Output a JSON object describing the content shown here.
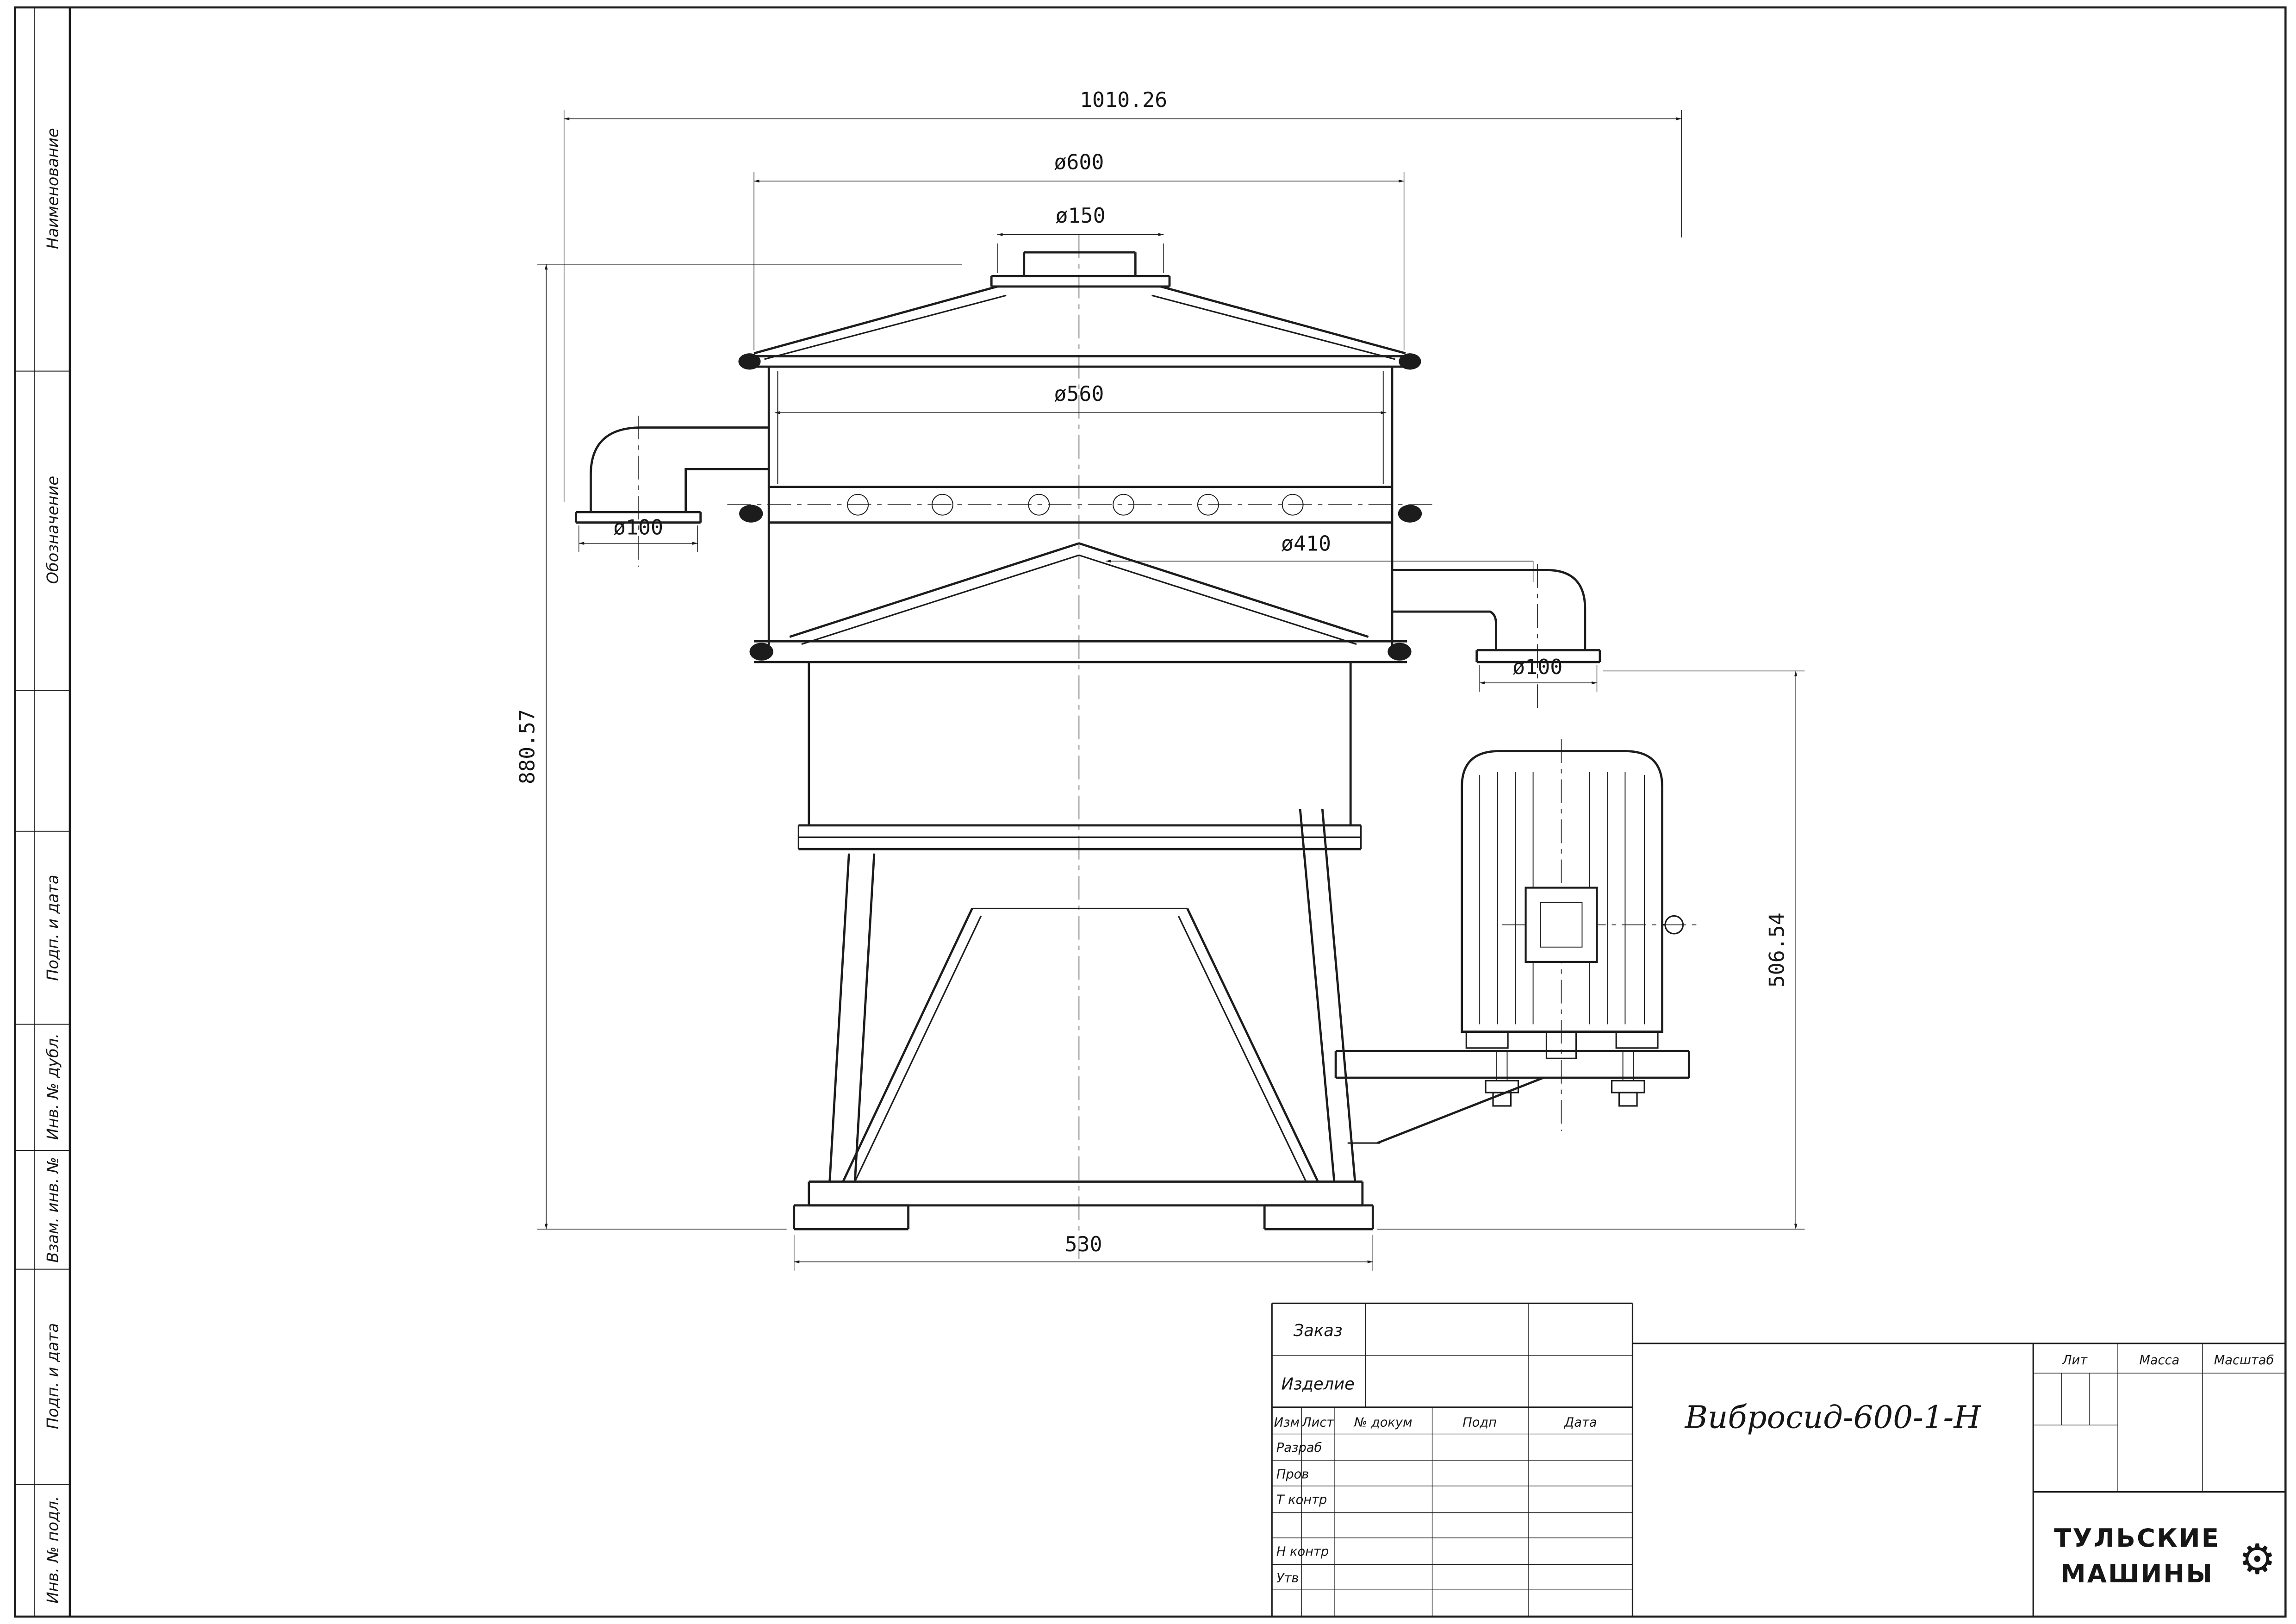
{
  "sheet": {
    "background": "#ffffff",
    "line_color": "#1c1c1c"
  },
  "sidebar": {
    "labels": [
      "Наименование",
      "Обозначение",
      "Подп. и дата",
      "Инв. № дубл.",
      "Взам. инв. №",
      "Подп. и дата",
      "Инв. № подл."
    ]
  },
  "dimensions": {
    "overall_width": "1010.26",
    "cover_diameter": "ø600",
    "inlet_diameter": "ø150",
    "body_diameter": "ø560",
    "left_outlet_diameter": "ø100",
    "cone_diameter": "ø410",
    "right_outlet_diameter": "ø100",
    "overall_height": "880.57",
    "motor_height": "506.54",
    "base_width": "530"
  },
  "title_block": {
    "order_label": "Заказ",
    "product_label": "Изделие",
    "columns": [
      "Изм",
      "Лист",
      "№ докум",
      "Подп",
      "Дата"
    ],
    "rows": [
      "Разраб",
      "Пров",
      "Т контр",
      "Н контр",
      "Утв"
    ],
    "drawing_title": "Вибросид-600-1-Н",
    "lit_label": "Лит",
    "mass_label": "Масса",
    "scale_label": "Масштаб",
    "brand_line1": "ТУЛЬСКИЕ",
    "brand_line2": "МАШИНЫ",
    "gear_icon": "⚙"
  }
}
